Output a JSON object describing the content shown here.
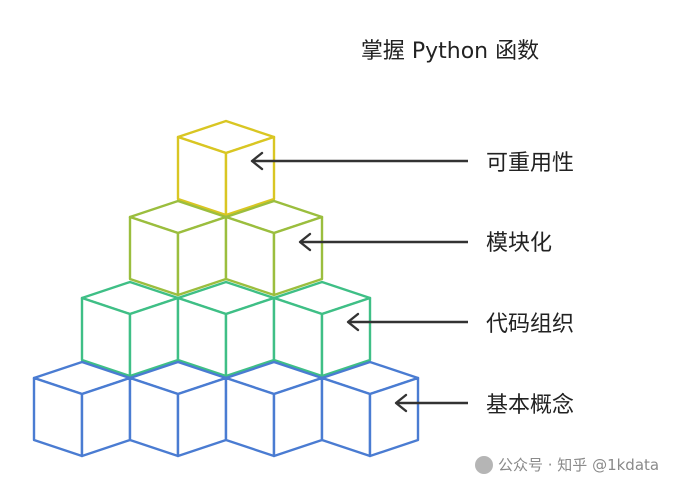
{
  "title": "掌握 Python 函数",
  "levels": [
    {
      "label": "可重用性",
      "color": "#D9C623"
    },
    {
      "label": "模块化",
      "color": "#9BBE3E"
    },
    {
      "label": "代码组织",
      "color": "#3FBF86"
    },
    {
      "label": "基本概念",
      "color": "#4A7CD2"
    }
  ],
  "arrow_color": "#333333",
  "watermark": "公众号 · 知乎 @1kdata"
}
